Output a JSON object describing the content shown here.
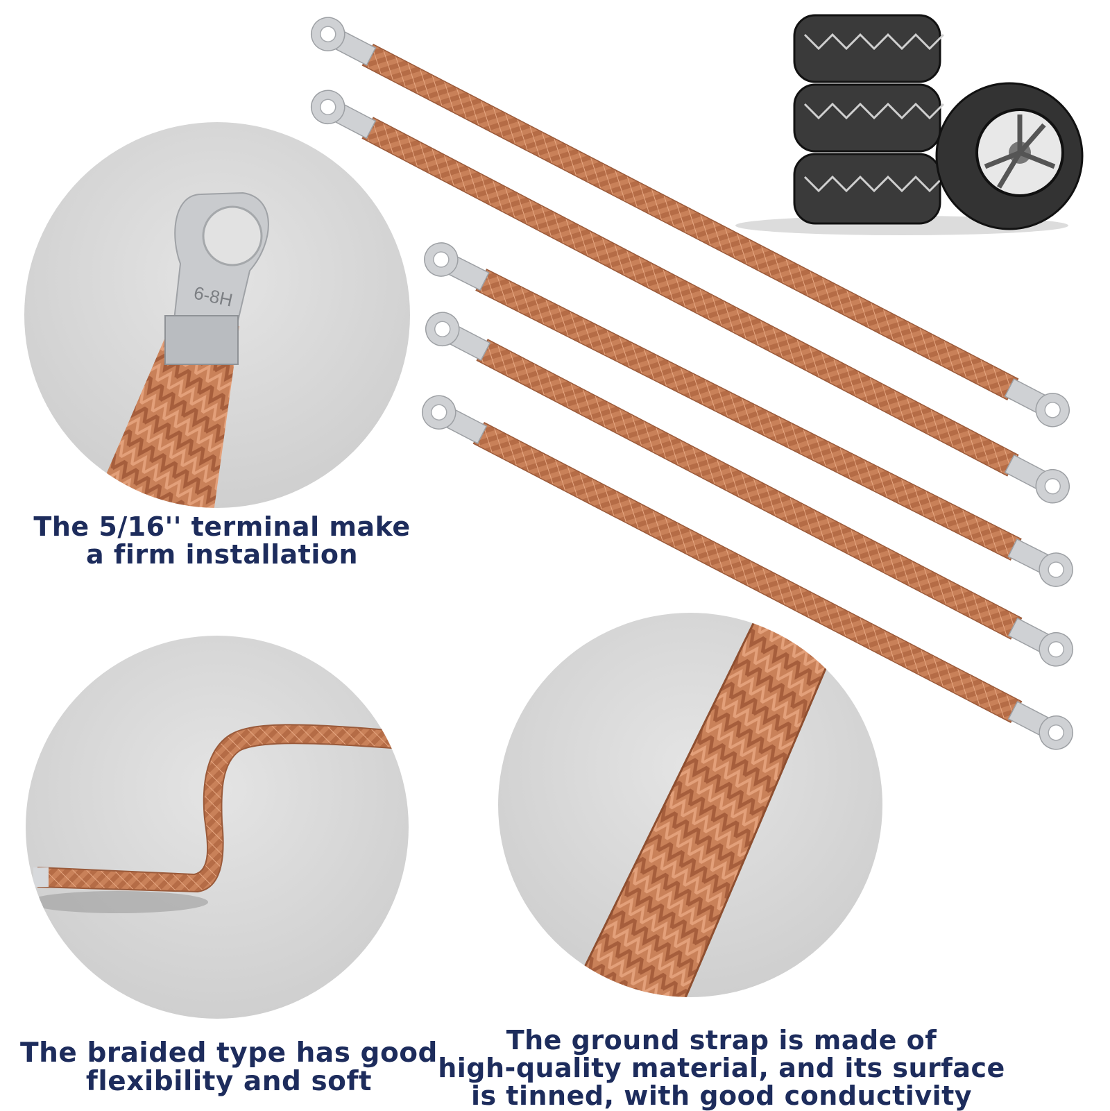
{
  "captions": {
    "terminal": {
      "line1": "The 5/16'' terminal make",
      "line2": "a firm installation"
    },
    "braided": {
      "line1": "The braided type has good",
      "line2": "flexibility and soft"
    },
    "ground": {
      "line1": "The ground strap is made of",
      "line2": "high-quality material, and its surface",
      "line3": "is tinned, with good conductivity"
    }
  },
  "terminal_stamp": "6-8H",
  "colors": {
    "caption_text": "#1d2c5c",
    "copper": "#c8805a",
    "copper_dark": "#9a5a3a",
    "tin": "#cfd1d4",
    "circle_bg": "#d9d9d9"
  },
  "strap_count": 5
}
